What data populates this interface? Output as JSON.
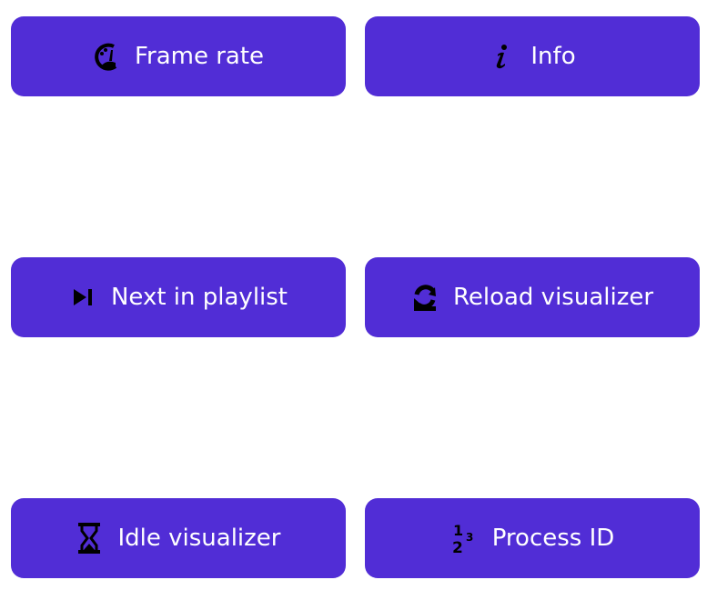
{
  "theme": {
    "button_color": "#512dd6",
    "text_color": "#ffffff",
    "icon_color": "#000000"
  },
  "buttons": [
    {
      "label": "Frame rate",
      "icon": "speedometer-icon"
    },
    {
      "label": "Info",
      "icon": "info-icon"
    },
    {
      "label": "Next in playlist",
      "icon": "skip-next-icon"
    },
    {
      "label": "Reload visualizer",
      "icon": "reload-icon"
    },
    {
      "label": "Idle visualizer",
      "icon": "hourglass-icon"
    },
    {
      "label": "Process ID",
      "icon": "numeric-icon"
    }
  ]
}
